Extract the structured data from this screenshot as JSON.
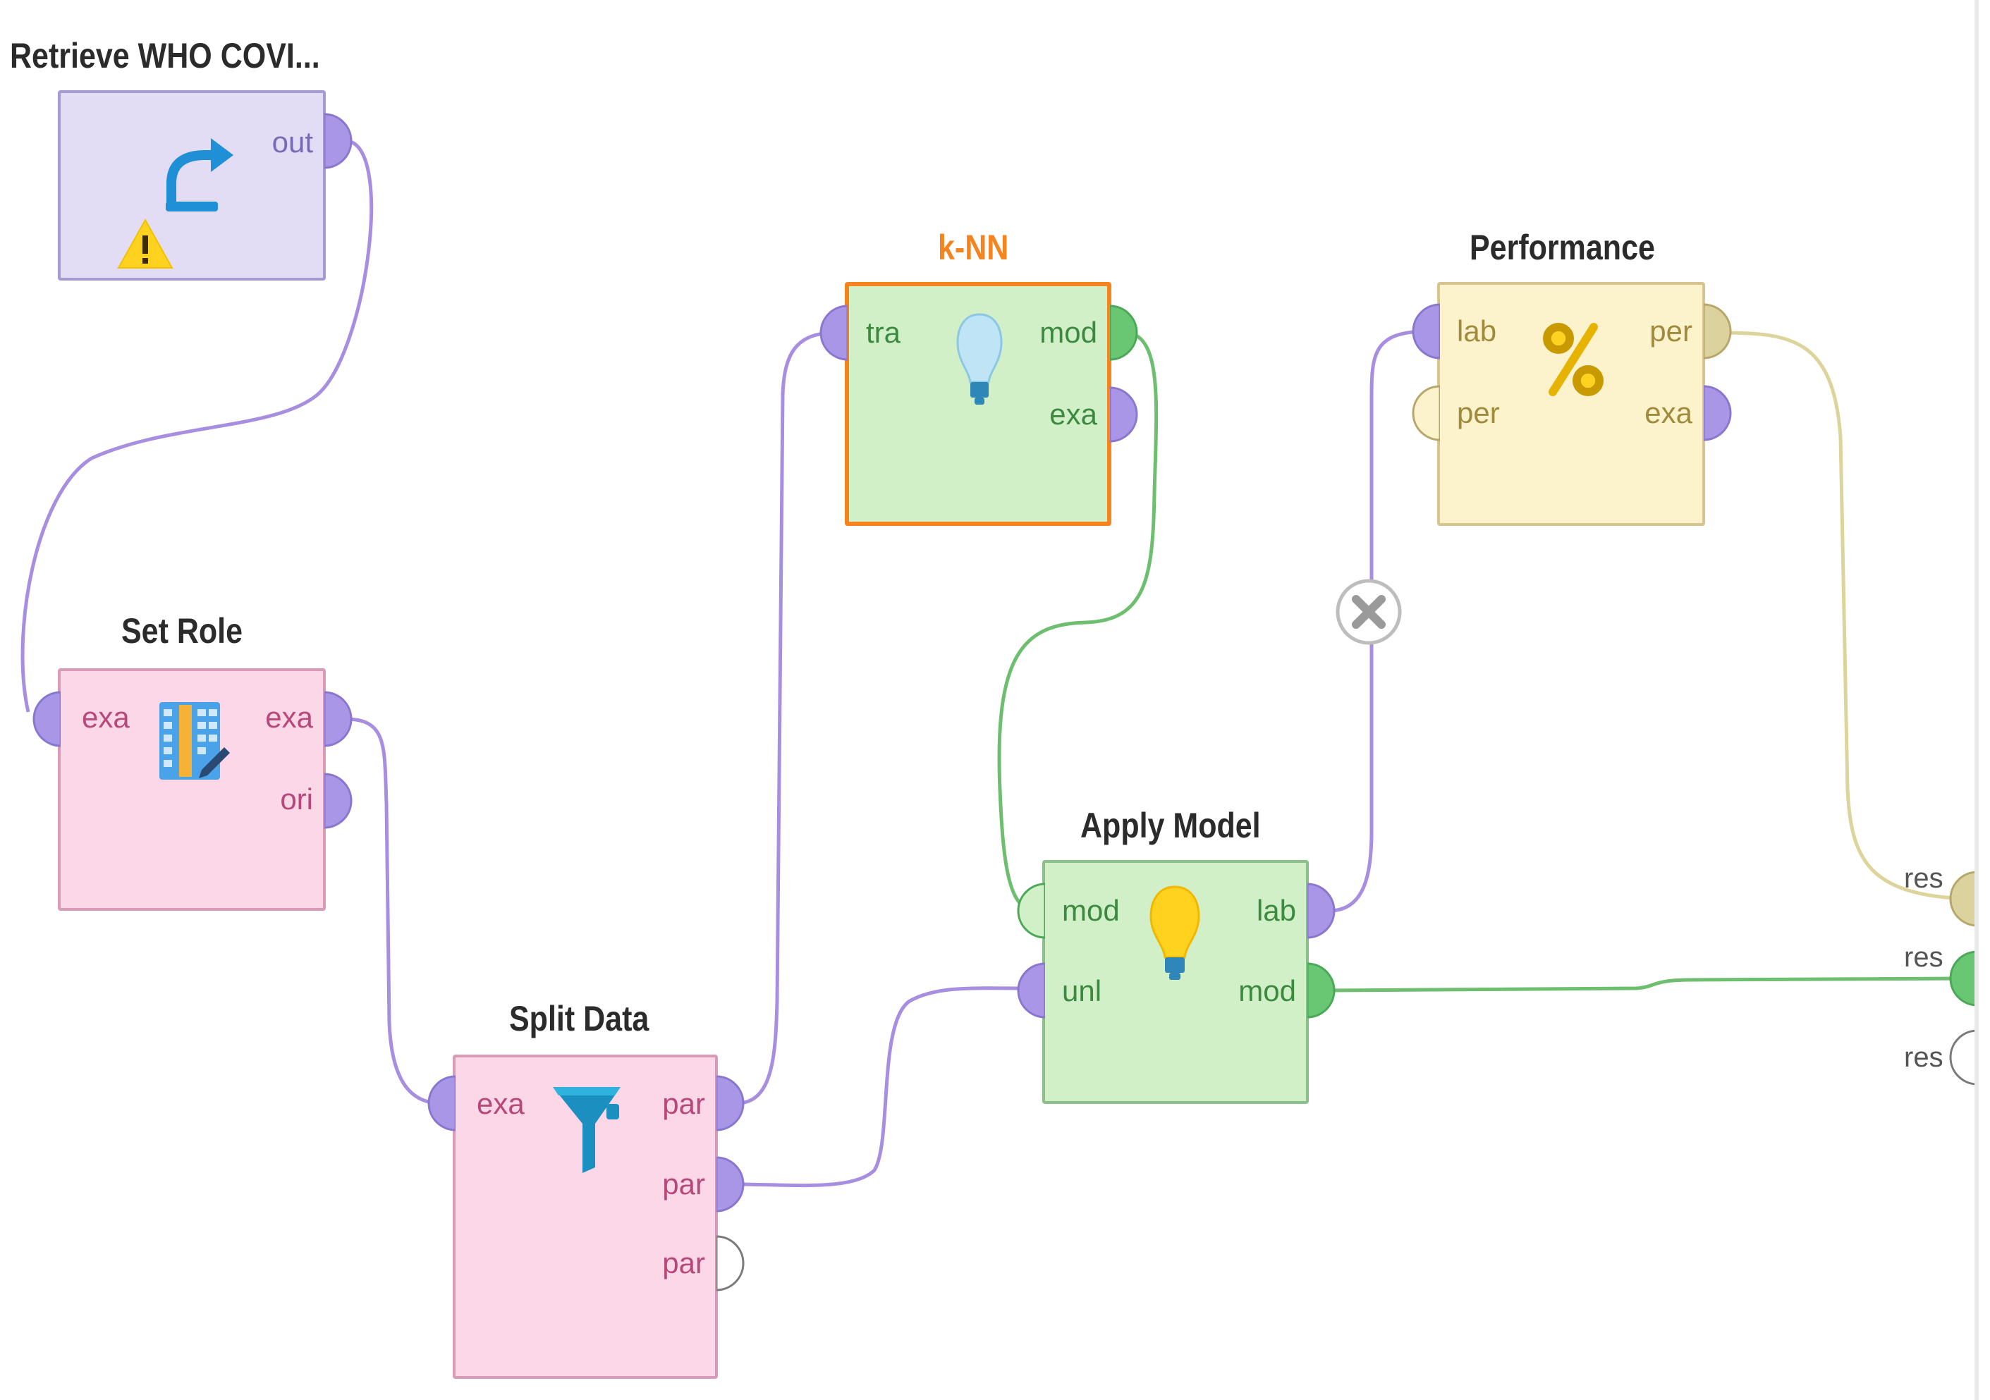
{
  "colors": {
    "exampleset_port": "#a996e6",
    "exampleset_wire": "#a78ee0",
    "model_port": "#69c774",
    "model_wire": "#6dbf6f",
    "performance_port": "#dbd29e",
    "performance_wire": "#dcd49a",
    "selected_border": "#f5841f",
    "retrieve_fill": "#e3dcf5",
    "setrole_fill": "#fbd7e8",
    "learner_fill": "#d2f0c8",
    "performance_fill": "#fcf2cc"
  },
  "operators": {
    "retrieve": {
      "title": "Retrieve WHO COVI...",
      "icon": "retrieve-arrow-icon",
      "status": "warning-icon",
      "ports": {
        "out": "out"
      }
    },
    "set_role": {
      "title": "Set Role",
      "icon": "set-role-table-icon",
      "ports": {
        "in_exa": "exa",
        "out_exa": "exa",
        "out_ori": "ori"
      }
    },
    "split_data": {
      "title": "Split Data",
      "icon": "filter-funnel-icon",
      "ports": {
        "in_exa": "exa",
        "par1": "par",
        "par2": "par",
        "par3": "par"
      }
    },
    "knn": {
      "title": "k-NN",
      "selected": true,
      "icon": "lightbulb-model-icon",
      "ports": {
        "in_tra": "tra",
        "out_mod": "mod",
        "out_exa": "exa"
      }
    },
    "apply_model": {
      "title": "Apply Model",
      "icon": "lightbulb-apply-icon",
      "ports": {
        "in_mod": "mod",
        "in_unl": "unl",
        "out_lab": "lab",
        "out_mod": "mod"
      }
    },
    "performance": {
      "title": "Performance",
      "icon": "percent-icon",
      "ports": {
        "in_lab": "lab",
        "in_per": "per",
        "out_per": "per",
        "out_exa": "exa"
      }
    }
  },
  "result_ports": [
    "res",
    "res",
    "res"
  ],
  "wire_controls": {
    "delete_connection": "delete-connection-icon"
  }
}
